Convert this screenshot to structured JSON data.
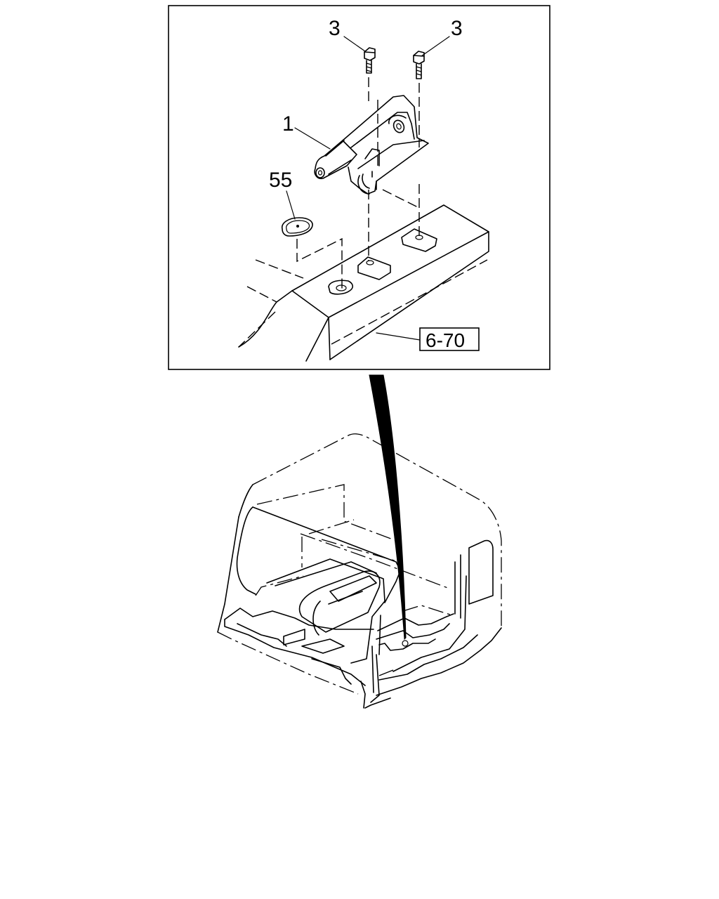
{
  "callouts": {
    "bolt_left": "3",
    "bolt_right": "3",
    "hinge_bracket": "1",
    "grommet": "55",
    "reference_box": "6-70"
  },
  "colors": {
    "line": "#000000",
    "background": "#ffffff"
  }
}
